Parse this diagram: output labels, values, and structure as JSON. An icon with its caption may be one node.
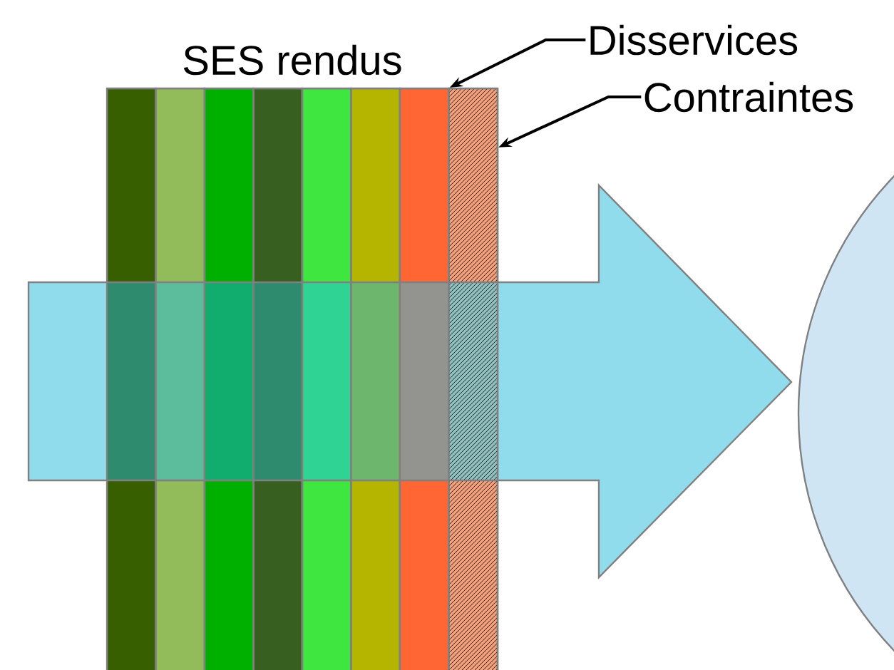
{
  "diagram": {
    "nodes": [
      {
        "text": [],
        "shape": "bar"
      },
      {
        "text": [],
        "shape": "bar"
      },
      {
        "text": [],
        "shape": "bar"
      },
      {
        "text": [],
        "shape": "bar"
      },
      {
        "text": [],
        "shape": "bar"
      },
      {
        "text": [],
        "shape": "bar"
      },
      {
        "text": [],
        "shape": "bar"
      },
      {
        "text": [],
        "shape": "bar"
      },
      {
        "text": [
          "Disservices"
        ]
      },
      {
        "text": [
          "Contraintes"
        ]
      }
    ],
    "edges": [
      {
        "from": 8,
        "to": 6,
        "arrow": "to"
      },
      {
        "from": 9,
        "to": 7,
        "arrow": "to"
      }
    ],
    "labels": [
      "SES rendus"
    ]
  }
}
